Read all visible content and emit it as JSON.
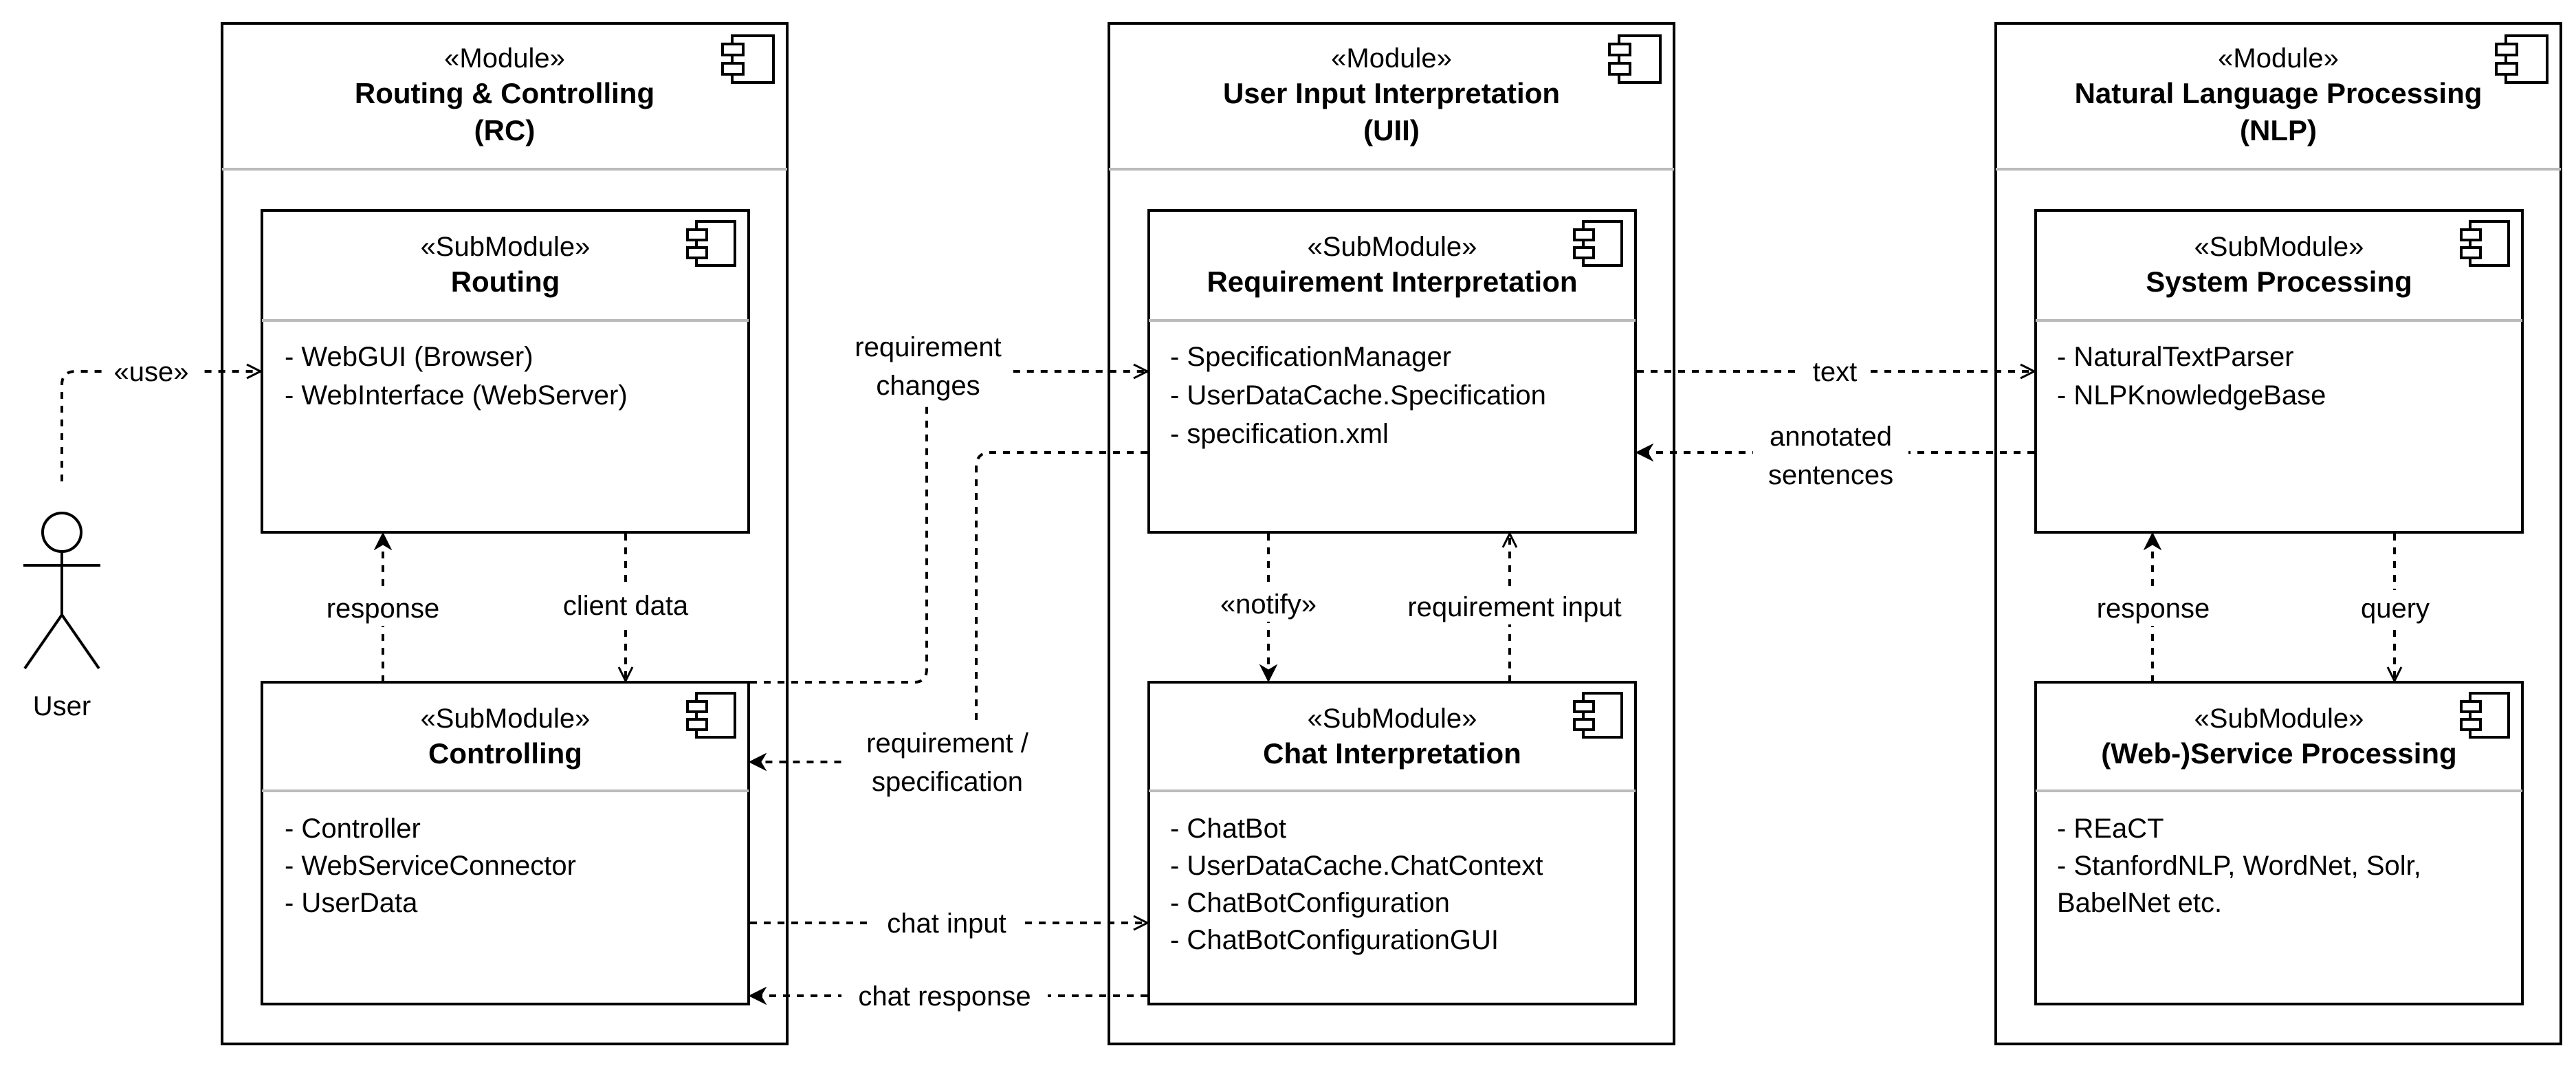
{
  "actor": {
    "label": "User"
  },
  "modules": {
    "rc": {
      "stereotype": "«Module»",
      "name": "Routing & Controlling",
      "abbr": "(RC)",
      "submodules": {
        "routing": {
          "stereotype": "«SubModule»",
          "name": "Routing",
          "items": [
            "- WebGUI (Browser)",
            "- WebInterface (WebServer)"
          ]
        },
        "controlling": {
          "stereotype": "«SubModule»",
          "name": "Controlling",
          "items": [
            "- Controller",
            "- WebServiceConnector",
            "- UserData"
          ]
        }
      }
    },
    "uii": {
      "stereotype": "«Module»",
      "name": "User Input Interpretation",
      "abbr": "(UII)",
      "submodules": {
        "requirement": {
          "stereotype": "«SubModule»",
          "name": "Requirement Interpretation",
          "items": [
            "- SpecificationManager",
            "- UserDataCache.Specification",
            "- specification.xml"
          ]
        },
        "chat": {
          "stereotype": "«SubModule»",
          "name": "Chat Interpretation",
          "items": [
            "- ChatBot",
            "- UserDataCache.ChatContext",
            "- ChatBotConfiguration",
            "- ChatBotConfigurationGUI"
          ]
        }
      }
    },
    "nlp": {
      "stereotype": "«Module»",
      "name": "Natural Language Processing",
      "abbr": "(NLP)",
      "submodules": {
        "system": {
          "stereotype": "«SubModule»",
          "name": "System Processing",
          "items": [
            "- NaturalTextParser",
            "- NLPKnowledgeBase"
          ]
        },
        "service": {
          "stereotype": "«SubModule»",
          "name": "(Web-)Service Processing",
          "items": [
            "- REaCT",
            "- StanfordNLP, WordNet, Solr,",
            "BabelNet etc."
          ]
        }
      }
    }
  },
  "edges": {
    "use": "«use»",
    "rc_response": "response",
    "client_data": "client data",
    "req_changes": [
      "requirement",
      "changes"
    ],
    "req_spec": [
      "requirement /",
      "specification"
    ],
    "notify": "«notify»",
    "req_input": "requirement input",
    "chat_input": "chat input",
    "chat_response": "chat response",
    "text": "text",
    "annotated": [
      "annotated",
      "sentences"
    ],
    "nlp_response": "response",
    "query": "query"
  }
}
